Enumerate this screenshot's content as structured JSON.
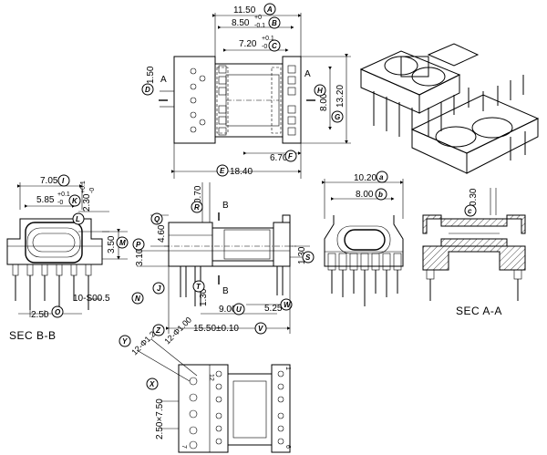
{
  "top_view": {
    "dims": {
      "width_A": "11.50",
      "width_B": "8.50",
      "tol_B_up": "+0",
      "tol_B_dn": "-0.1",
      "width_C": "7.20",
      "tol_C_up": "+0.1",
      "tol_C_dn": "-0",
      "pitch_D": "1.50",
      "height_E": "8.00",
      "height_G": "13.20",
      "dist_F": "6.70",
      "length_E": "18.40",
      "section_label": "A"
    },
    "tags": {
      "A": "A",
      "B": "B",
      "C": "C",
      "D": "D",
      "E": "E",
      "F": "F",
      "G": "G",
      "H": "H"
    }
  },
  "front_view": {
    "dims": {
      "rib_R": "0.70",
      "height_Q": "4.60",
      "height_P": "3.10",
      "slot_S": "1.30",
      "pin_T": "1.30",
      "dist_U": "9.00",
      "dist_W": "5.25",
      "length_V": "15.50±0.10",
      "section_label": "B"
    },
    "tags": {
      "J": "J",
      "P": "P",
      "Q": "Q",
      "R": "R",
      "S": "S",
      "T": "T",
      "U": "U",
      "V": "V",
      "W": "W"
    }
  },
  "section_bb": {
    "title": "SEC  B-B",
    "dims": {
      "width_I": "7.05",
      "width_K": "5.85",
      "tol_K_up": "+0.1",
      "tol_K_dn": "-0",
      "height_L": "2.30",
      "tol_L_up": "+0.1",
      "tol_L_dn": "-0",
      "height_M": "3.50",
      "pitch_O": "2.50",
      "pin_N": "10-S00.5"
    },
    "tags": {
      "I": "I",
      "K": "K",
      "L": "L",
      "M": "M",
      "N": "N",
      "O": "O"
    }
  },
  "side_view": {
    "dims": {
      "width_a": "10.20",
      "width_b": "8.00"
    },
    "tags": {
      "a": "a",
      "b": "b"
    }
  },
  "section_aa": {
    "title": "SEC  A-A",
    "dims": {
      "thick_c": "0.30"
    },
    "tags": {
      "c": "c"
    }
  },
  "bottom_view": {
    "dims": {
      "hole_Y": "12-Φ1.20",
      "hole_Z": "12-Φ1.00",
      "pitch_X": "2.50×7.50"
    },
    "tags": {
      "X": "X",
      "Y": "Y",
      "Z": "Z"
    },
    "pin_numbers": [
      "1",
      "6",
      "7",
      "12"
    ]
  }
}
